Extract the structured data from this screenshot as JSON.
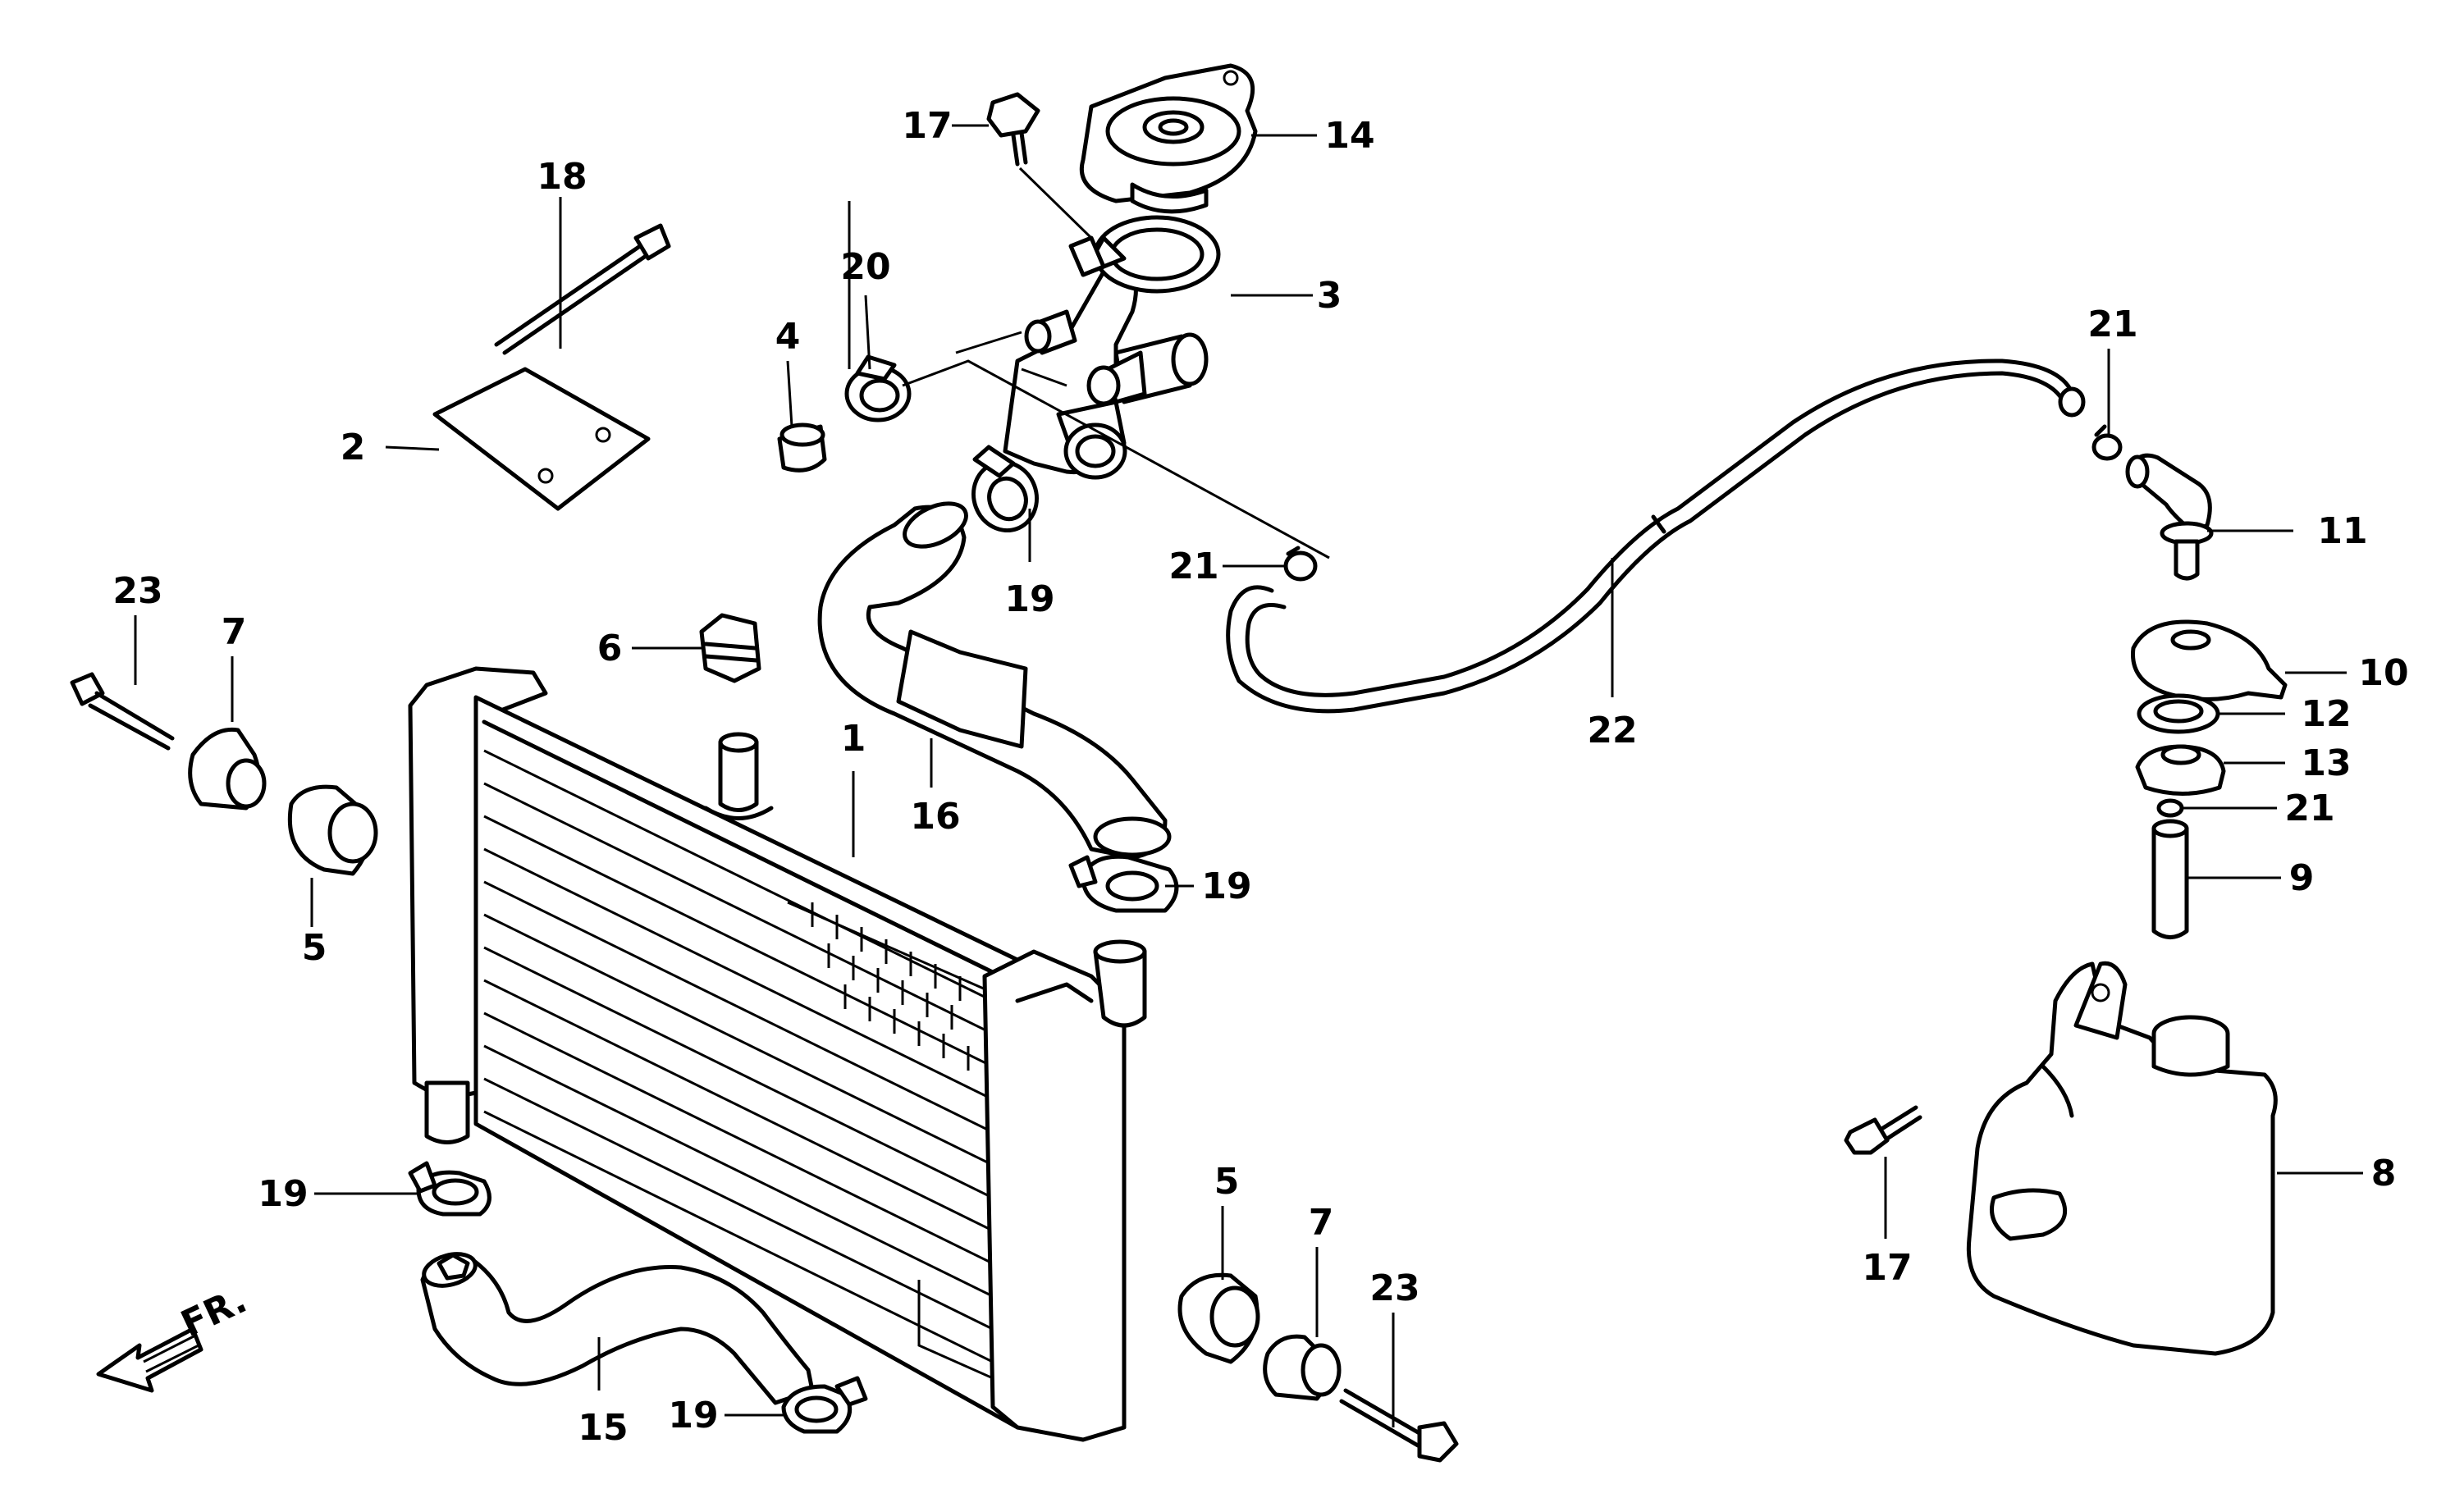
{
  "direction_marker": "FR.",
  "callouts": {
    "radiator": "1",
    "heat_shield_plate": "2",
    "filler_neck": "3",
    "neck_cap_plug": "4",
    "grommet_left": "5",
    "grommet_right": "5",
    "upper_grommet": "6",
    "collar_left": "7",
    "collar_right": "7",
    "reserve_tank": "8",
    "tank_hose": "9",
    "tank_cap": "10",
    "joint_elbow": "11",
    "washer_12": "12",
    "rubber_seat_13": "13",
    "radiator_cap": "14",
    "lower_hose": "15",
    "upper_hose": "16",
    "bolt_top": "17",
    "bolt_tank": "17",
    "tie_band": "18",
    "clip_upper_hose": "19",
    "clip_upper_hose_bottom": "19",
    "clip_lower_left": "19",
    "clip_lower_right": "19",
    "clip_neck": "20",
    "clip_small_top": "21",
    "clip_small_center": "21",
    "clip_small_tank": "21",
    "siphon_tube": "22",
    "bolt_left": "23",
    "bolt_right": "23"
  }
}
